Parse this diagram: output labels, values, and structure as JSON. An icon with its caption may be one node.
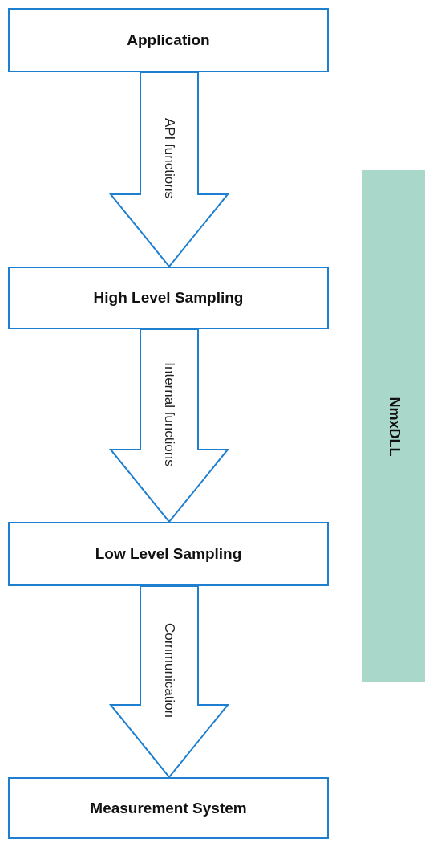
{
  "diagram": {
    "nodes": [
      {
        "text": [
          "Application"
        ]
      },
      {
        "text": [
          "High Level Sampling"
        ]
      },
      {
        "text": [
          "Low Level Sampling"
        ]
      },
      {
        "text": [
          "Measurement System"
        ]
      },
      {
        "text": [
          "NmxDLL"
        ]
      }
    ],
    "edges": [
      {
        "from": 0,
        "to": 1,
        "arrow": "to",
        "label": "API functions"
      },
      {
        "from": 1,
        "to": 2,
        "arrow": "to",
        "label": "Internal functions"
      },
      {
        "from": 2,
        "to": 3,
        "arrow": "to",
        "label": "Communication"
      }
    ]
  }
}
